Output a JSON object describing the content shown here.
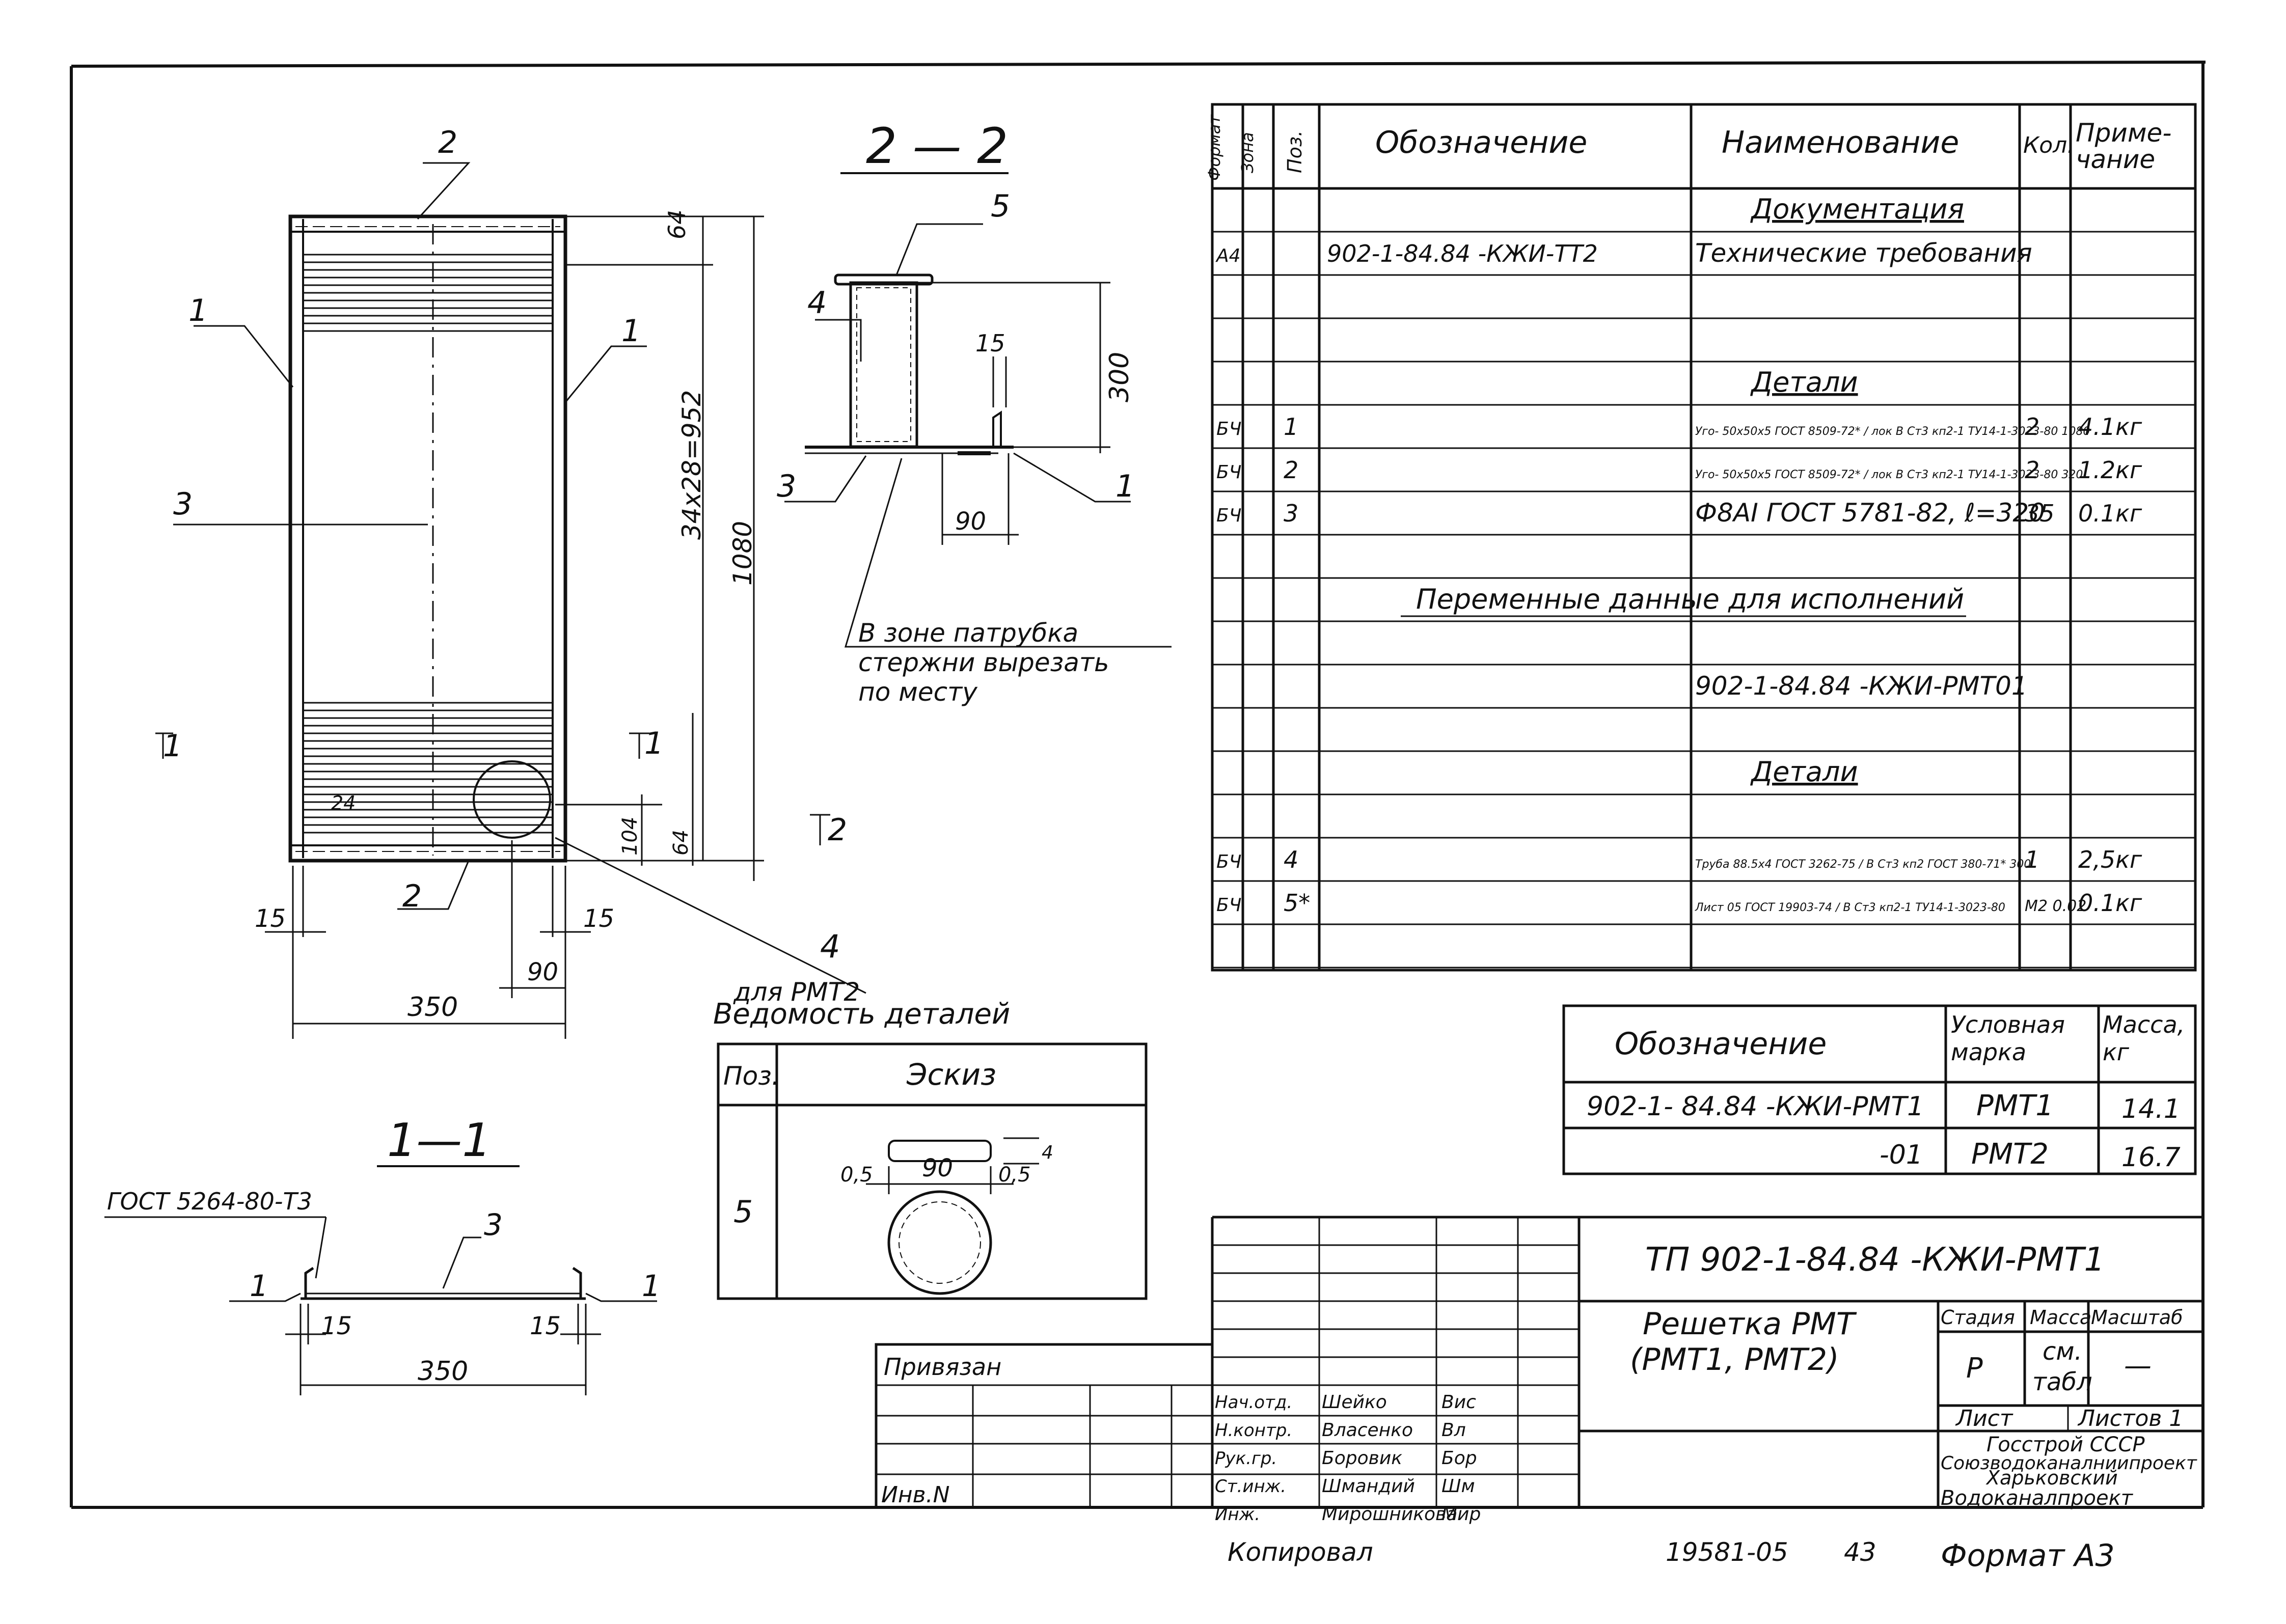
{
  "drawing": {
    "grate_front": {
      "labels": [
        "2",
        "1",
        "1",
        "3",
        "2",
        "2",
        "4"
      ],
      "dim_top": "64",
      "dim_pitch": "34x28=952",
      "dim_total": "1080",
      "dim_104": "104",
      "dim_64b": "64",
      "dim_15a": "15",
      "dim_15b": "15",
      "dim_90": "90",
      "dim_350": "350",
      "dim_24": "24",
      "cut_11_left": "1",
      "cut_11_right": "1",
      "cut_22": "2",
      "callout_4_note": "для РМТ2"
    },
    "section_22": {
      "title": "2 — 2",
      "labels": [
        "5",
        "4",
        "3",
        "1"
      ],
      "dim_300": "300",
      "dim_15": "15",
      "dim_90": "90",
      "note_lines": [
        "В зоне патрубка",
        "стержни вырезать",
        "по месту"
      ]
    },
    "section_11": {
      "title": "1—1",
      "standard": "ГОСТ 5264-80-Т3",
      "labels": [
        "3",
        "1",
        "1"
      ],
      "dim_15a": "15",
      "dim_15b": "15",
      "dim_350": "350"
    }
  },
  "details_sheet": {
    "title": "Ведомость деталей",
    "col_pos": "Поз.",
    "col_sketch": "Эскиз",
    "pos": "5",
    "dims": [
      "0,5",
      "90",
      "0,5",
      "4"
    ]
  },
  "spec": {
    "headers": {
      "format": "Формат",
      "zone": "Зона",
      "pos": "Поз.",
      "designation": "Обозначение",
      "name": "Наименование",
      "qty": "Кол.",
      "note": "Приме-чание"
    },
    "rows": [
      {
        "format": "",
        "zone": "",
        "pos": "",
        "designation": "",
        "name": "Документация",
        "qty": "",
        "note": ""
      },
      {
        "format": "А4",
        "zone": "",
        "pos": "",
        "designation": "902-1-84.84      -КЖИ-ТТ2",
        "name": "Технические требования",
        "qty": "",
        "note": ""
      },
      {
        "format": "",
        "zone": "",
        "pos": "",
        "designation": "",
        "name": "",
        "qty": "",
        "note": ""
      },
      {
        "format": "",
        "zone": "",
        "pos": "",
        "designation": "",
        "name": "",
        "qty": "",
        "note": ""
      },
      {
        "format": "",
        "zone": "",
        "pos": "",
        "designation": "",
        "name": "Детали",
        "qty": "",
        "note": ""
      },
      {
        "format": "БЧ",
        "zone": "",
        "pos": "1",
        "designation": "",
        "name": "Уго- 50x50x5 ГОСТ 8509-72* / лок В Ст3 кп2-1 ТУ14-1-3023-80  1080",
        "qty": "2",
        "note": "4.1кг"
      },
      {
        "format": "БЧ",
        "zone": "",
        "pos": "2",
        "designation": "",
        "name": "Уго- 50x50x5 ГОСТ 8509-72* / лок В Ст3 кп2-1 ТУ14-1-3023-80  320",
        "qty": "2",
        "note": "1.2кг"
      },
      {
        "format": "БЧ",
        "zone": "",
        "pos": "3",
        "designation": "",
        "name": "Ф8АI ГОСТ 5781-82, ℓ=320",
        "qty": "35",
        "note": "0.1кг"
      },
      {
        "format": "",
        "zone": "",
        "pos": "",
        "designation": "",
        "name": "",
        "qty": "",
        "note": ""
      },
      {
        "format": "",
        "zone": "",
        "pos": "",
        "designation": "",
        "name": "",
        "qty": "",
        "note": ""
      },
      {
        "format": "",
        "zone": "",
        "pos": "",
        "designation": "",
        "name": "",
        "qty": "",
        "note": ""
      },
      {
        "format": "",
        "zone": "",
        "pos": "",
        "designation": "",
        "name": "902-1-84.84   -КЖИ-РМТ01",
        "qty": "",
        "note": ""
      },
      {
        "format": "",
        "zone": "",
        "pos": "",
        "designation": "",
        "name": "",
        "qty": "",
        "note": ""
      },
      {
        "format": "",
        "zone": "",
        "pos": "",
        "designation": "",
        "name": "Детали",
        "qty": "",
        "note": ""
      },
      {
        "format": "",
        "zone": "",
        "pos": "",
        "designation": "",
        "name": "",
        "qty": "",
        "note": ""
      },
      {
        "format": "БЧ",
        "zone": "",
        "pos": "4",
        "designation": "",
        "name": "Труба 88.5x4 ГОСТ 3262-75 / В Ст3 кп2 ГОСТ 380-71*  300",
        "qty": "1",
        "note": "2,5кг"
      },
      {
        "format": "БЧ",
        "zone": "",
        "pos": "5*",
        "designation": "",
        "name": "Лист 05 ГОСТ 19903-74 / В Ст3 кп2-1 ТУ14-1-3023-80",
        "qty": "М2 0.02",
        "note": "0.1кг"
      },
      {
        "format": "",
        "zone": "",
        "pos": "",
        "designation": "",
        "name": "",
        "qty": "",
        "note": ""
      }
    ],
    "variable_header": "Переменные данные для исполнений"
  },
  "variants": {
    "headers": {
      "designation": "Обозначение",
      "mark": "Условная марка",
      "mass": "Масса, кг"
    },
    "rows": [
      {
        "designation": "902-1- 84.84 -КЖИ-РМТ1",
        "mark": "РМТ1",
        "mass": "14.1"
      },
      {
        "designation": "-01",
        "mark": "РМТ2",
        "mass": "16.7"
      }
    ]
  },
  "title_block": {
    "code": "ТП 902-1-84.84 -КЖИ-РМТ1",
    "name_line1": "Решетка РМТ",
    "name_line2": "(РМТ1, РМТ2)",
    "stage_label": "Стадия",
    "mass_label": "Масса",
    "scale_label": "Масштаб",
    "stage": "Р",
    "mass_line1": "см.",
    "mass_line2": "табл",
    "scale": "—",
    "sheet_label": "Лист",
    "sheets_label": "Листов 1",
    "org_lines": [
      "Госстрой СССР",
      "Союзводоканалниипроект",
      "Харьковский",
      "Водоканалпроект"
    ],
    "signatures": [
      {
        "role": "Нач.отд.",
        "name": "Шейко",
        "sign": "Bис"
      },
      {
        "role": "Н.контр.",
        "name": "Власенко",
        "sign": "Вл"
      },
      {
        "role": "Рук.гр.",
        "name": "Боровик",
        "sign": "Бор"
      },
      {
        "role": "Ст.инж.",
        "name": "Шмандий",
        "sign": "Шм"
      },
      {
        "role": "Инж.",
        "name": "Мирошникова",
        "sign": "Мир"
      }
    ],
    "privyazan": "Привязан",
    "inv": "Инв.N",
    "footer_copy": "Копировал",
    "footer_num": "19581-05",
    "footer_sheet": "43",
    "footer_format": "Формат А3"
  }
}
